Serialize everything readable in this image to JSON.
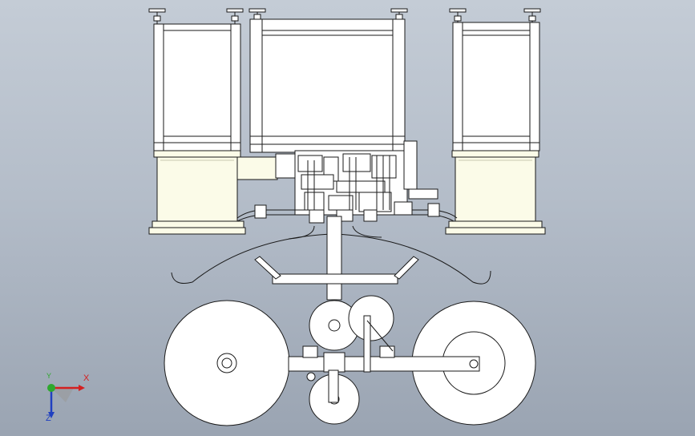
{
  "window": {
    "title": ""
  },
  "viewport": {
    "background_top": "#c4ccd6",
    "background_bottom": "#9aa4b2",
    "model_fill": "#ffffff",
    "roller_fill": "#fbfbe8",
    "line_color": "#1a1a1a"
  },
  "triad": {
    "x_label": "X",
    "y_label": "Y",
    "z_label": "Z",
    "x_color": "#d42020",
    "y_color": "#2ea82e",
    "z_color": "#2040c0"
  },
  "icons": [
    "coordinate-triad-icon"
  ]
}
